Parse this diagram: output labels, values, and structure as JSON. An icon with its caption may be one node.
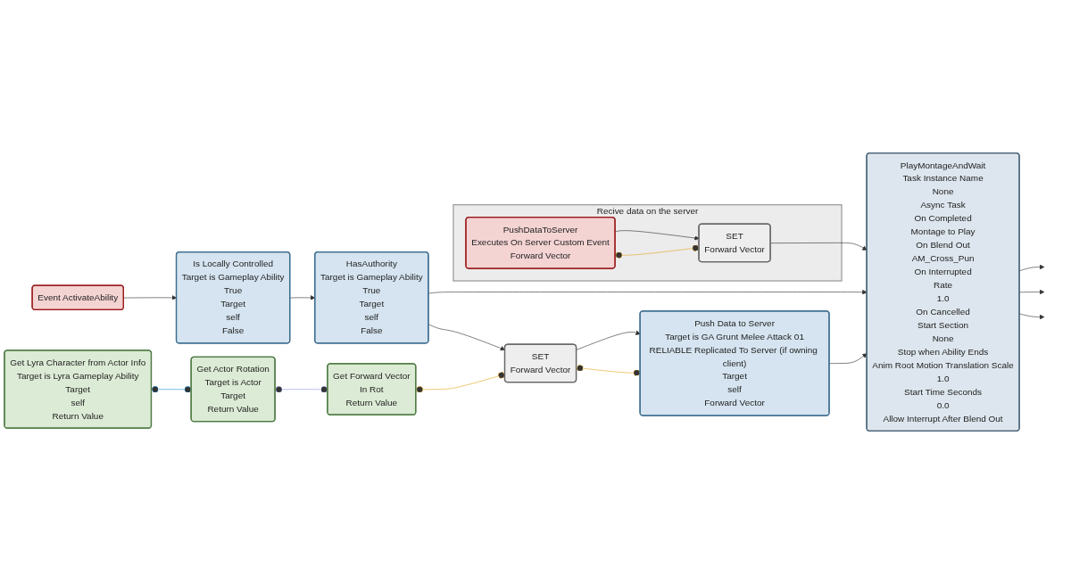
{
  "diagram": {
    "nodes": [
      {
        "text": [
          "Recive data on the server"
        ]
      },
      {
        "text": [
          "PushDataToServer",
          "Executes On Server Custom Event",
          "Forward Vector"
        ],
        "in": 0
      },
      {
        "text": [
          "SET",
          "Forward Vector"
        ],
        "in": 0
      },
      {
        "text": [
          "Event ActivateAbility"
        ]
      },
      {
        "text": [
          "Is Locally Controlled",
          "Target is Gameplay Ability",
          "True",
          "Target",
          "self",
          "False"
        ]
      },
      {
        "text": [
          "HasAuthority",
          "Target is Gameplay Ability",
          "True",
          "Target",
          "self",
          "False"
        ]
      },
      {
        "text": [
          "PlayMontageAndWait",
          "Task Instance Name",
          "None",
          "Async Task",
          "On Completed",
          "Montage to Play",
          "On Blend Out",
          "AM_Cross_Pun",
          "On Interrupted",
          "Rate",
          "1.0",
          "On Cancelled",
          "Start Section",
          "None",
          "Stop when Ability Ends",
          "Anim Root Motion Translation Scale",
          "1.0",
          "Start Time Seconds",
          "0.0",
          "Allow Interrupt After Blend Out"
        ]
      },
      {
        "text": [
          "Push Data to Server",
          "Target is GA Grunt Melee Attack 01",
          "RELIABLE Replicated To Server (if owning client)",
          "Target",
          "self",
          "Forward Vector"
        ]
      },
      {
        "text": [
          "SET",
          "Forward Vector"
        ]
      },
      {
        "text": [
          "Get Lyra Character from Actor Info",
          "Target is Lyra Gameplay Ability",
          "Target",
          "self",
          "Return Value"
        ]
      },
      {
        "text": [
          "Get Actor Rotation",
          "Target is Actor",
          "Target",
          "Return Value"
        ]
      },
      {
        "text": [
          "Get Forward Vector",
          "In Rot",
          "Return Value"
        ]
      }
    ],
    "edges": [
      {
        "from": 1,
        "to": 2,
        "arrow": "to"
      },
      {
        "from": 1,
        "to": 2,
        "arrow": "other",
        "color": "#e3a81f"
      },
      {
        "from": 2,
        "to": 6,
        "arrow": "to"
      },
      {
        "from": 3,
        "to": 4,
        "arrow": "to"
      },
      {
        "from": 4,
        "to": 5,
        "arrow": "to"
      },
      {
        "from": 5,
        "to": 6,
        "arrow": "to"
      },
      {
        "from": 5,
        "to": 8,
        "arrow": "to"
      },
      {
        "from": 8,
        "to": 7,
        "arrow": "to"
      },
      {
        "from": 7,
        "to": 6,
        "arrow": "to"
      },
      {
        "from": 9,
        "to": 10,
        "arrow": "other",
        "color": "#1996e0"
      },
      {
        "from": 10,
        "to": 11,
        "arrow": "other",
        "color": "#8f97e8"
      },
      {
        "from": 11,
        "to": 8,
        "arrow": "other",
        "color": "#e3a81f"
      },
      {
        "from": 8,
        "to": 7,
        "arrow": "other",
        "color": "#e3a81f"
      },
      {
        "from": 6,
        "to": null,
        "arrow": "to"
      },
      {
        "from": 6,
        "to": null,
        "arrow": "to"
      },
      {
        "from": 6,
        "to": null,
        "arrow": "to"
      }
    ]
  }
}
